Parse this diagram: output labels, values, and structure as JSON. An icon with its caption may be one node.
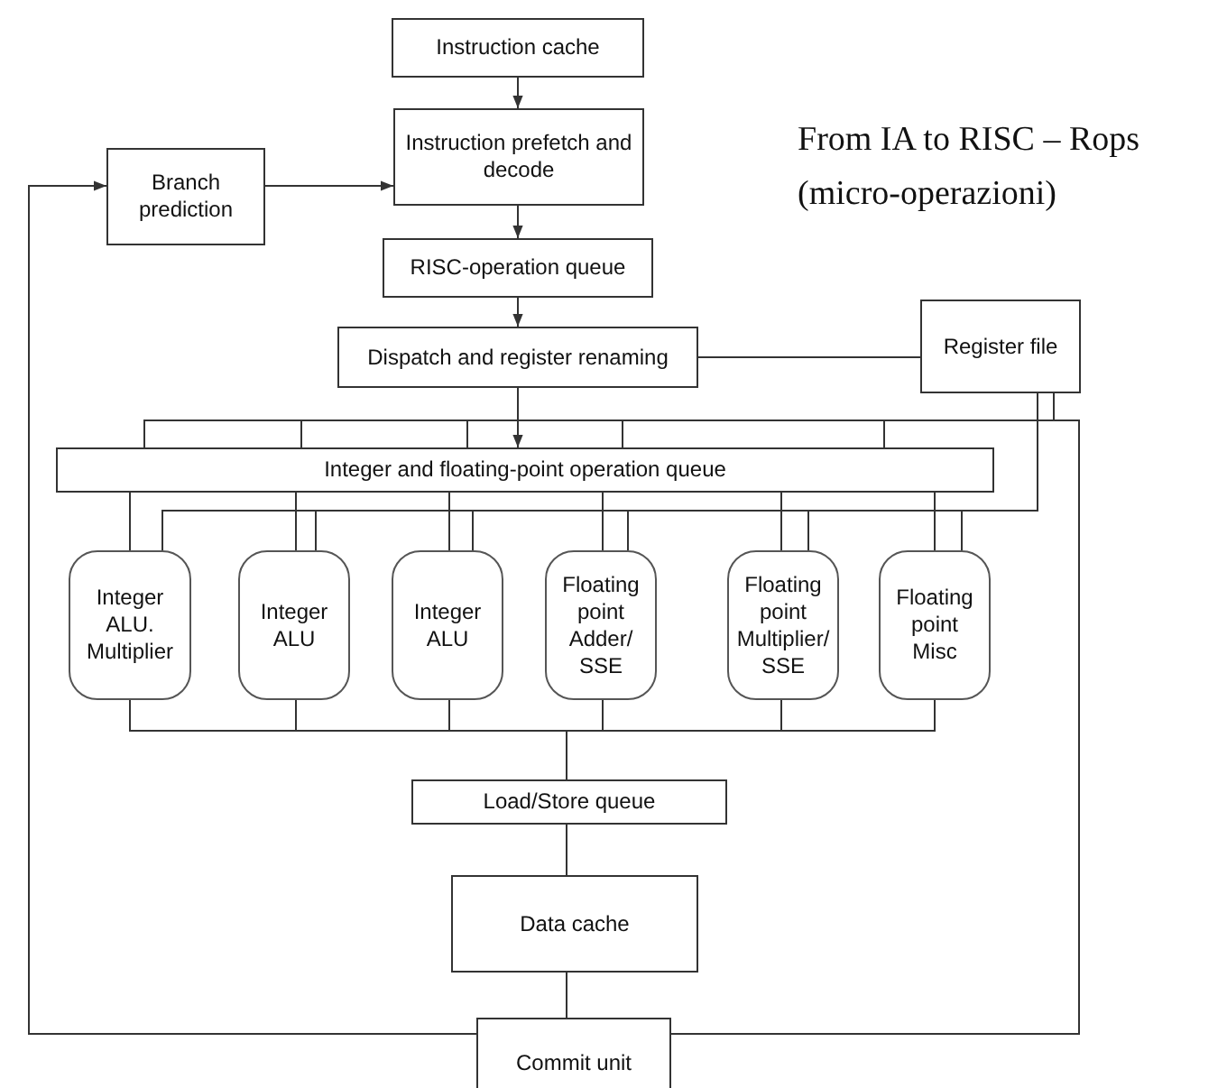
{
  "diagram": {
    "nodes": [
      {
        "text": [
          "Instruction cache"
        ]
      },
      {
        "text": [
          "Instruction prefetch and decode"
        ]
      },
      {
        "text": [
          "Branch prediction"
        ]
      },
      {
        "text": [
          "RISC-operation queue"
        ]
      },
      {
        "text": [
          "Dispatch and register renaming"
        ]
      },
      {
        "text": [
          "Register file"
        ]
      },
      {
        "text": [
          "Integer and floating-point operation queue"
        ]
      },
      {
        "text": [
          "Integer ALU. Multiplier"
        ]
      },
      {
        "text": [
          "Integer ALU"
        ]
      },
      {
        "text": [
          "Integer ALU"
        ]
      },
      {
        "text": [
          "Floating point Adder/ SSE"
        ]
      },
      {
        "text": [
          "Floating point Multiplier/ SSE"
        ]
      },
      {
        "text": [
          "Floating point Misc"
        ]
      },
      {
        "text": [
          "Load/Store queue"
        ]
      },
      {
        "text": [
          "Data cache"
        ]
      },
      {
        "text": [
          "Commit unit"
        ]
      }
    ],
    "edges": [
      {
        "from": 0,
        "to": 1,
        "arrow": "to"
      },
      {
        "from": 2,
        "to": 1,
        "arrow": "to"
      },
      {
        "from": 1,
        "to": 3,
        "arrow": "to"
      },
      {
        "from": 3,
        "to": 4,
        "arrow": "to"
      },
      {
        "from": 4,
        "to": 5,
        "arrow": "none"
      },
      {
        "from": 4,
        "to": 6,
        "arrow": "to"
      },
      {
        "from": 5,
        "to": 6,
        "arrow": "none"
      },
      {
        "from": 6,
        "to": 7,
        "arrow": "none"
      },
      {
        "from": 6,
        "to": 8,
        "arrow": "none"
      },
      {
        "from": 6,
        "to": 9,
        "arrow": "none"
      },
      {
        "from": 6,
        "to": 10,
        "arrow": "none"
      },
      {
        "from": 6,
        "to": 11,
        "arrow": "none"
      },
      {
        "from": 6,
        "to": 12,
        "arrow": "none"
      },
      {
        "from": 5,
        "to": 7,
        "arrow": "none"
      },
      {
        "from": 5,
        "to": 8,
        "arrow": "none"
      },
      {
        "from": 5,
        "to": 9,
        "arrow": "none"
      },
      {
        "from": 5,
        "to": 10,
        "arrow": "none"
      },
      {
        "from": 5,
        "to": 11,
        "arrow": "none"
      },
      {
        "from": 5,
        "to": 12,
        "arrow": "none"
      },
      {
        "from": 7,
        "to": 13,
        "arrow": "none"
      },
      {
        "from": 8,
        "to": 13,
        "arrow": "none"
      },
      {
        "from": 9,
        "to": 13,
        "arrow": "none"
      },
      {
        "from": 10,
        "to": 13,
        "arrow": "none"
      },
      {
        "from": 11,
        "to": 13,
        "arrow": "none"
      },
      {
        "from": 12,
        "to": 13,
        "arrow": "none"
      },
      {
        "from": 13,
        "to": 14,
        "arrow": "none"
      },
      {
        "from": 14,
        "to": 15,
        "arrow": "none"
      },
      {
        "from": 15,
        "to": 2,
        "arrow": "to"
      },
      {
        "from": 15,
        "to": 6,
        "arrow": "none"
      }
    ],
    "labels": [
      "From IA to RISC – Rops (micro-operazioni)"
    ]
  }
}
